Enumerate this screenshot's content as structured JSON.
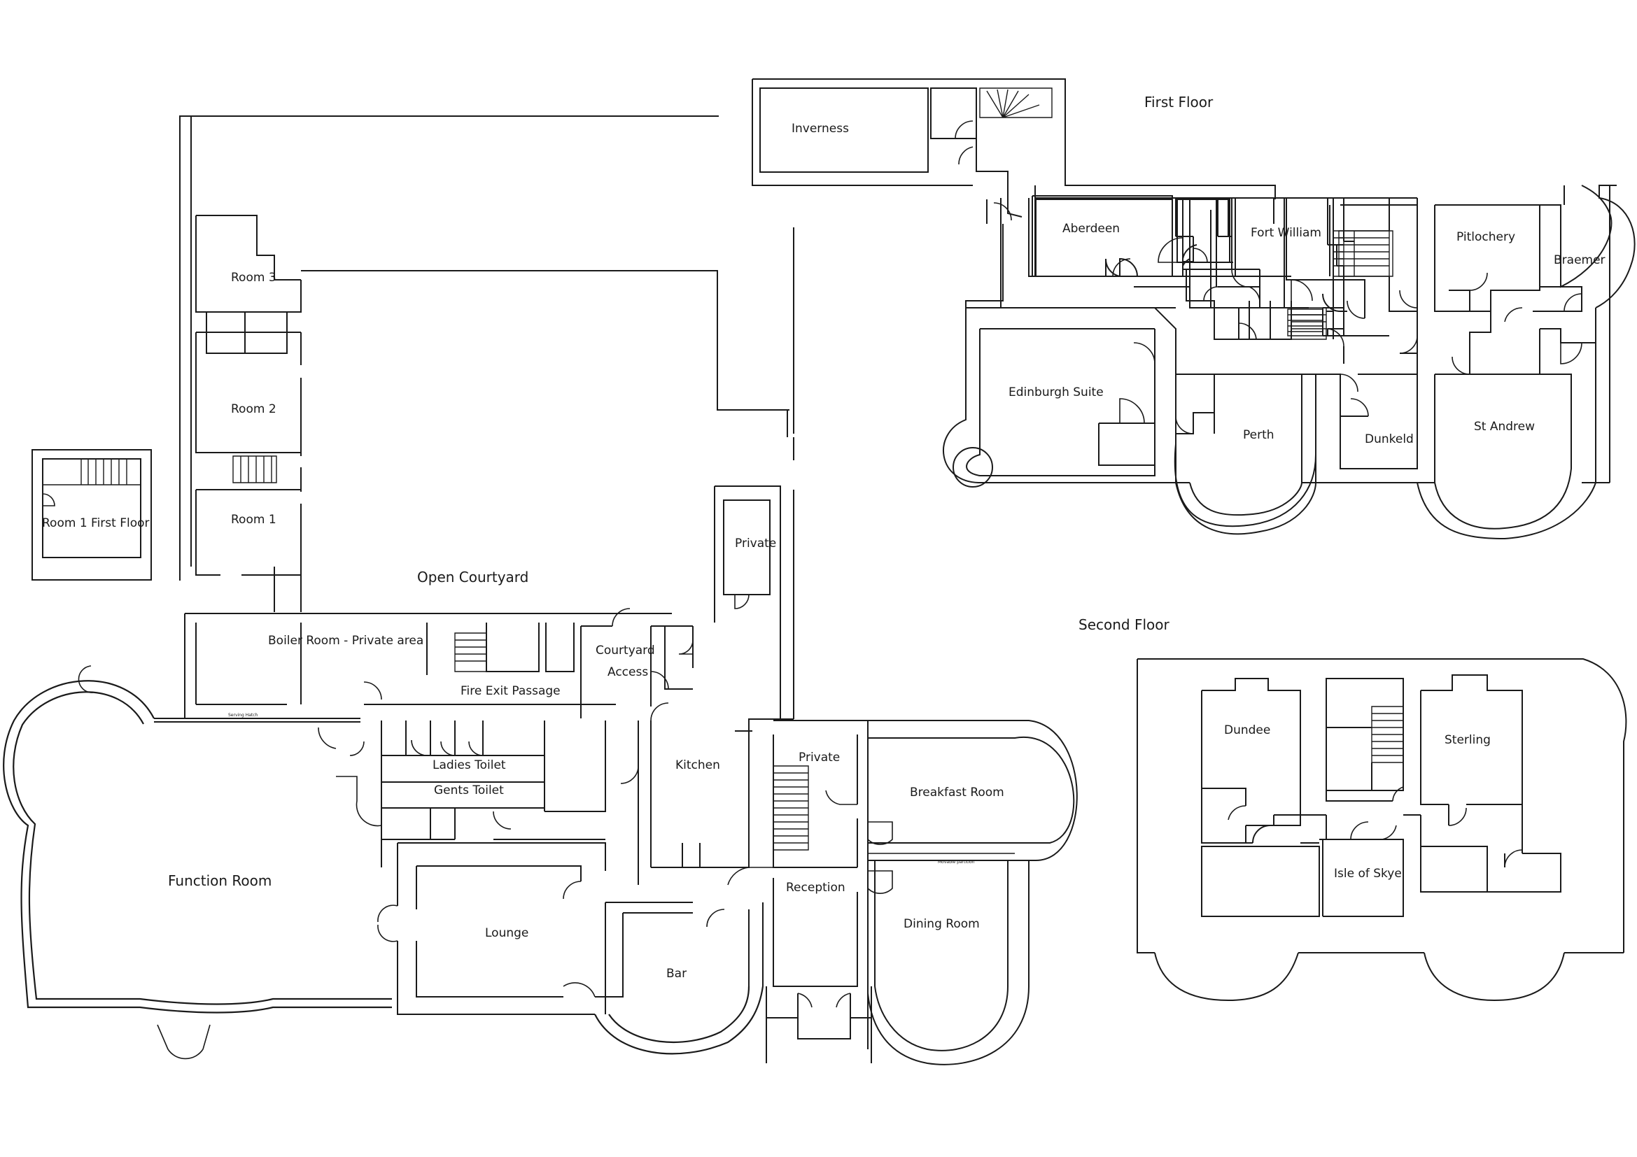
{
  "floors": {
    "first_floor_title": "First Floor",
    "second_floor_title": "Second Floor"
  },
  "ground": {
    "room_1_first_floor": "Room 1 First Floor",
    "room_3": "Room 3",
    "room_2": "Room 2",
    "room_1": "Room 1",
    "open_courtyard": "Open Courtyard",
    "private_upper": "Private",
    "boiler_room": "Boiler Room - Private area",
    "fire_exit_passage": "Fire Exit Passage",
    "courtyard_access_line1": "Courtyard",
    "courtyard_access_line2": "Access",
    "serving_hatch": "Serving Hatch",
    "kitchen": "Kitchen",
    "ladies_toilet": "Ladies Toilet",
    "gents_toilet": "Gents Toilet",
    "function_room": "Function Room",
    "lounge": "Lounge",
    "bar": "Bar",
    "private_lower": "Private",
    "reception": "Reception",
    "breakfast_room": "Breakfast Room",
    "movable_partition": "Movable partition",
    "dining_room": "Dining Room"
  },
  "first_floor": {
    "inverness": "Inverness",
    "aberdeen": "Aberdeen",
    "fort_william": "Fort William",
    "pitlochery": "Pitlochery",
    "braemer": "Braemer",
    "edinburgh_suite": "Edinburgh Suite",
    "perth": "Perth",
    "dunkeld": "Dunkeld",
    "st_andrew": "St Andrew"
  },
  "second_floor": {
    "dundee": "Dundee",
    "sterling": "Sterling",
    "isle_of_skye": "Isle of Skye"
  }
}
